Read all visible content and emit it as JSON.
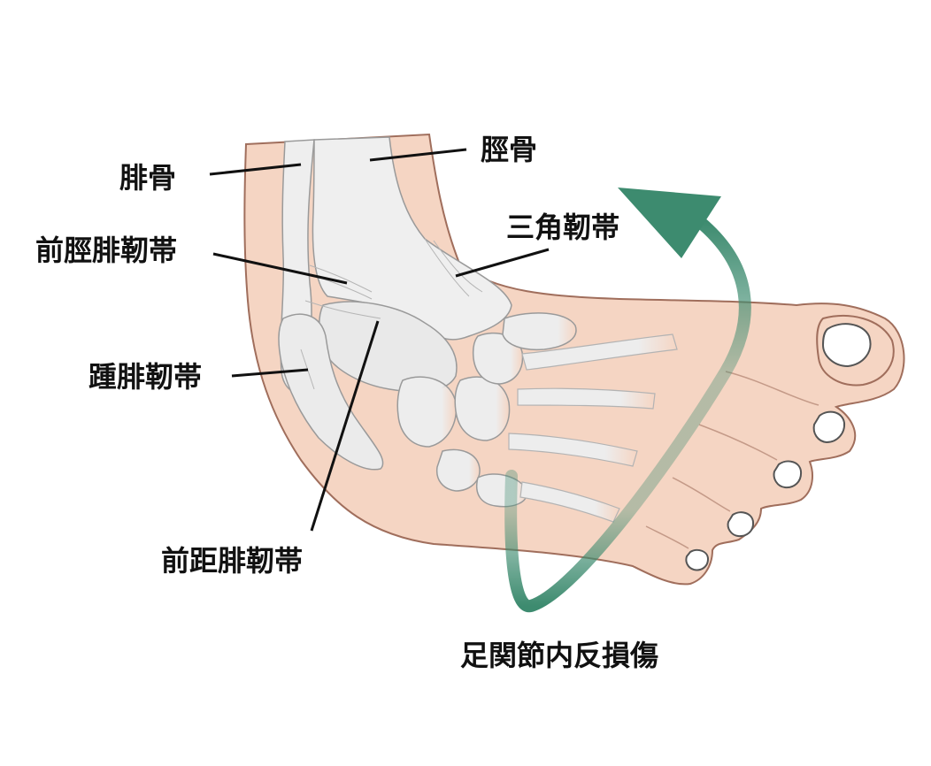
{
  "labels": {
    "fibula": "腓骨",
    "tibia": "脛骨",
    "deltoid": "三角靭帯",
    "atifl": "前脛腓靭帯",
    "cfl": "踵腓靭帯",
    "atfl": "前距腓靭帯",
    "caption": "足関節内反損傷"
  },
  "colors": {
    "skin": "#f5d5c3",
    "skin_outline": "#a06e5c",
    "bone": "#ececec",
    "bone_outline": "#9a9a9a",
    "arrow": "#3d8b6f",
    "leader": "#111111"
  },
  "icons": {
    "arrow": "inversion-arrow-icon"
  }
}
